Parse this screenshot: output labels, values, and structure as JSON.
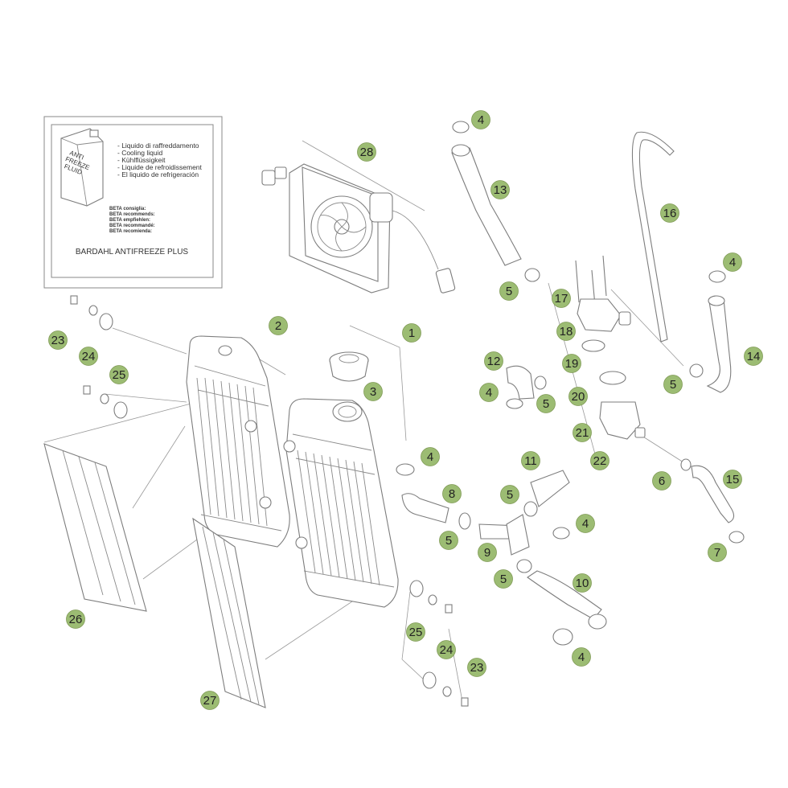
{
  "colors": {
    "callout": "#9cbc73",
    "line": "#7d7d7d"
  },
  "fluid_box": {
    "can_label_lines": [
      "ANTI",
      "FREEZE",
      "FLUID"
    ],
    "fluid_names": [
      "- Liquido di raffreddamento",
      "- Cooling liquid",
      "- Kühlflüssigkeit",
      "- Liquide de refroidissement",
      "- El liquido de refrigeración"
    ],
    "recommend_lines": [
      "BETA consiglia:",
      "BETA recommends:",
      "BETA empfiehlen:",
      "BETA recommandé:",
      "BETA recomienda:"
    ],
    "product": "BARDAHL ANTIFREEZE PLUS"
  },
  "callouts": [
    {
      "label": "4"
    },
    {
      "label": "28"
    },
    {
      "label": "13"
    },
    {
      "label": "16"
    },
    {
      "label": "4"
    },
    {
      "label": "5"
    },
    {
      "label": "17"
    },
    {
      "label": "18"
    },
    {
      "label": "2"
    },
    {
      "label": "1"
    },
    {
      "label": "23"
    },
    {
      "label": "24"
    },
    {
      "label": "25"
    },
    {
      "label": "3"
    },
    {
      "label": "12"
    },
    {
      "label": "19"
    },
    {
      "label": "14"
    },
    {
      "label": "4"
    },
    {
      "label": "5"
    },
    {
      "label": "20"
    },
    {
      "label": "5"
    },
    {
      "label": "21"
    },
    {
      "label": "22"
    },
    {
      "label": "4"
    },
    {
      "label": "11"
    },
    {
      "label": "6"
    },
    {
      "label": "15"
    },
    {
      "label": "8"
    },
    {
      "label": "5"
    },
    {
      "label": "4"
    },
    {
      "label": "5"
    },
    {
      "label": "9"
    },
    {
      "label": "7"
    },
    {
      "label": "5"
    },
    {
      "label": "10"
    },
    {
      "label": "26"
    },
    {
      "label": "25"
    },
    {
      "label": "24"
    },
    {
      "label": "4"
    },
    {
      "label": "23"
    },
    {
      "label": "27"
    }
  ]
}
